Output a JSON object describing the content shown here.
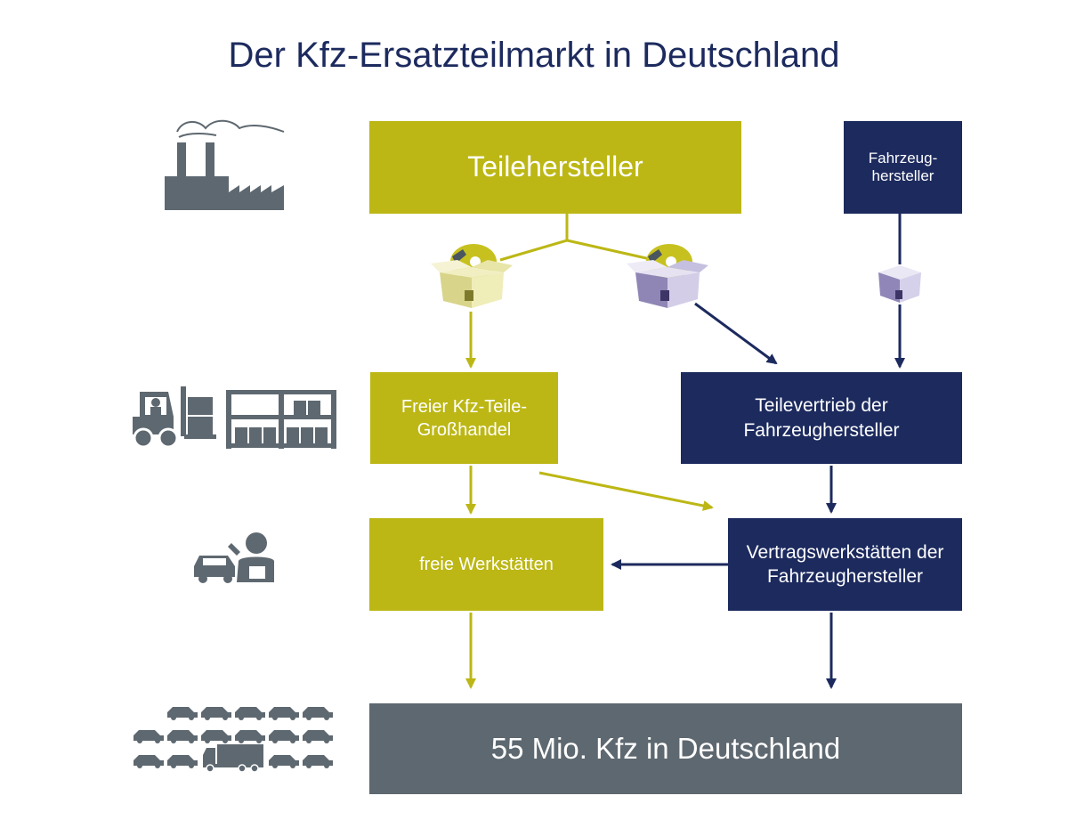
{
  "title": "Der Kfz-Ersatzteilmarkt in Deutschland",
  "colors": {
    "olive": "#bcb715",
    "navy": "#1c2a5e",
    "gray": "#5e6870",
    "title": "#1c2a5e",
    "icon": "#5e6870"
  },
  "nodes": {
    "teilehersteller": "Teilehersteller",
    "fahrzeughersteller": [
      "Fahrzeug-",
      "hersteller"
    ],
    "freier_grosshandel": [
      "Freier Kfz-Teile-",
      "Großhandel"
    ],
    "teilevertrieb": [
      "Teilevertrieb der",
      "Fahrzeughersteller"
    ],
    "freie_werkstaetten": "freie Werkstätten",
    "vertragswerkstaetten": [
      "Vertragswerkstätten der",
      "Fahrzeughersteller"
    ],
    "kfz_bestand": "55 Mio. Kfz in Deutschland"
  },
  "icons": {
    "row1": "factory-icon",
    "row2": [
      "forklift-icon",
      "warehouse-shelf-icon"
    ],
    "row3": [
      "car-repair-icon",
      "mechanic-icon"
    ],
    "row4": [
      "car-fleet-icon",
      "truck-icon"
    ],
    "parcels": [
      "olive-parts-box-icon",
      "purple-parts-box-icon",
      "purple-box-icon"
    ]
  }
}
